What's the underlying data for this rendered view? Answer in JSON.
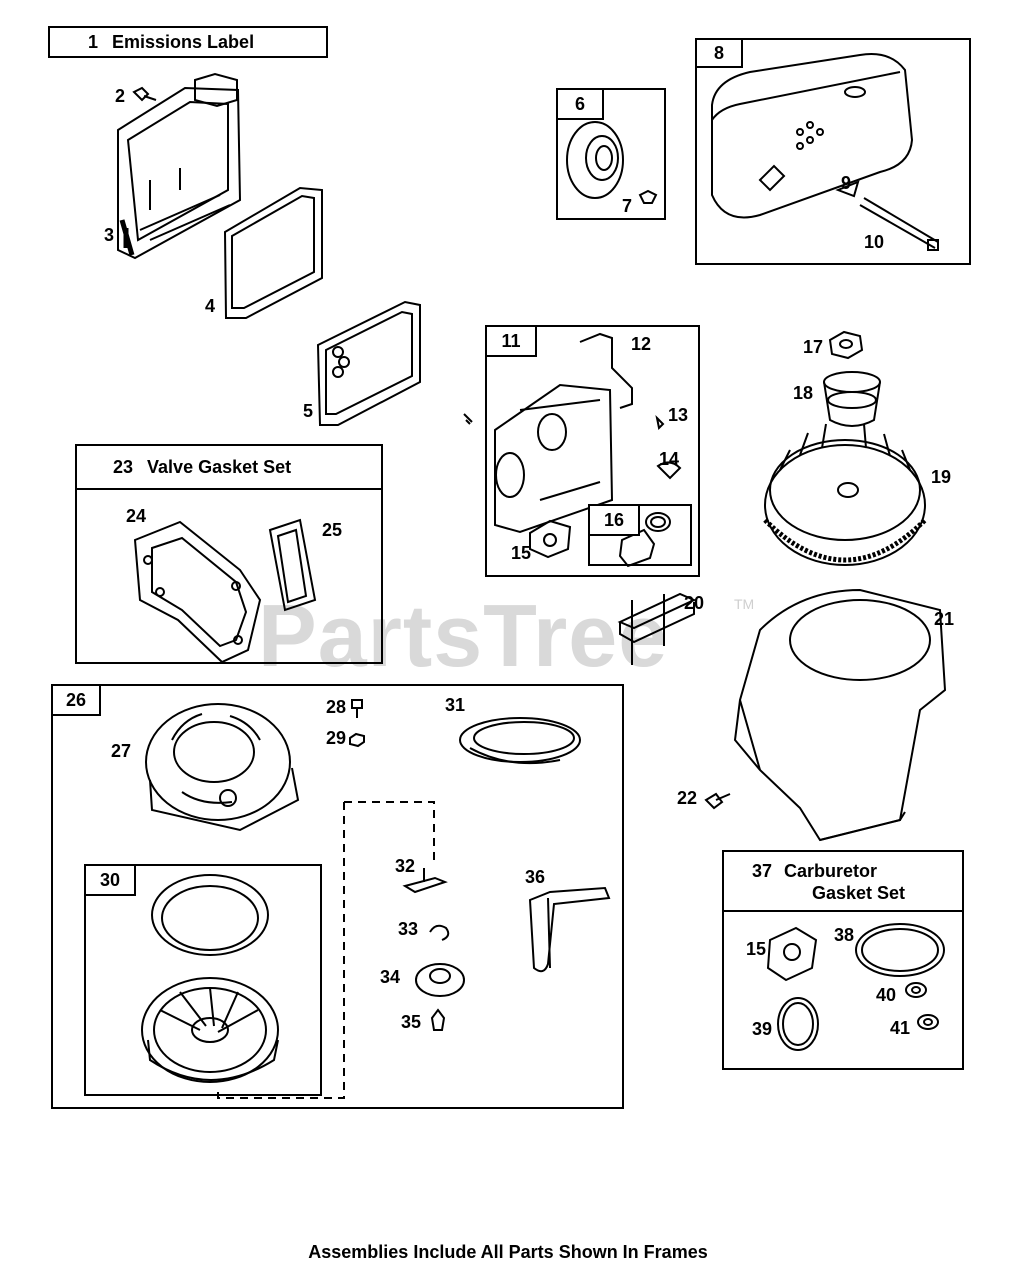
{
  "watermark": "PartsTree",
  "watermark_tm": "TM",
  "footer": "Assemblies Include All Parts Shown In Frames",
  "groups": {
    "emissions_label": {
      "num": "1",
      "title": "Emissions Label"
    },
    "valve_gasket_set": {
      "num": "23",
      "title": "Valve Gasket Set"
    },
    "carburetor_gasket_set": {
      "num": "37",
      "title_line1": "Carburetor",
      "title_line2": "Gasket Set"
    },
    "frame_6": "6",
    "frame_8": "8",
    "frame_11": "11",
    "frame_16": "16",
    "frame_26": "26",
    "frame_30": "30"
  },
  "callouts": {
    "c2": "2",
    "c3": "3",
    "c4": "4",
    "c5": "5",
    "c7": "7",
    "c9": "9",
    "c10": "10",
    "c12": "12",
    "c13": "13",
    "c14": "14",
    "c15a": "15",
    "c17": "17",
    "c18": "18",
    "c19": "19",
    "c20": "20",
    "c21": "21",
    "c22": "22",
    "c24": "24",
    "c25": "25",
    "c27": "27",
    "c28": "28",
    "c29": "29",
    "c31": "31",
    "c32": "32",
    "c33": "33",
    "c34": "34",
    "c35": "35",
    "c36": "36",
    "c15b": "15",
    "c38": "38",
    "c39": "39",
    "c40": "40",
    "c41": "41"
  }
}
